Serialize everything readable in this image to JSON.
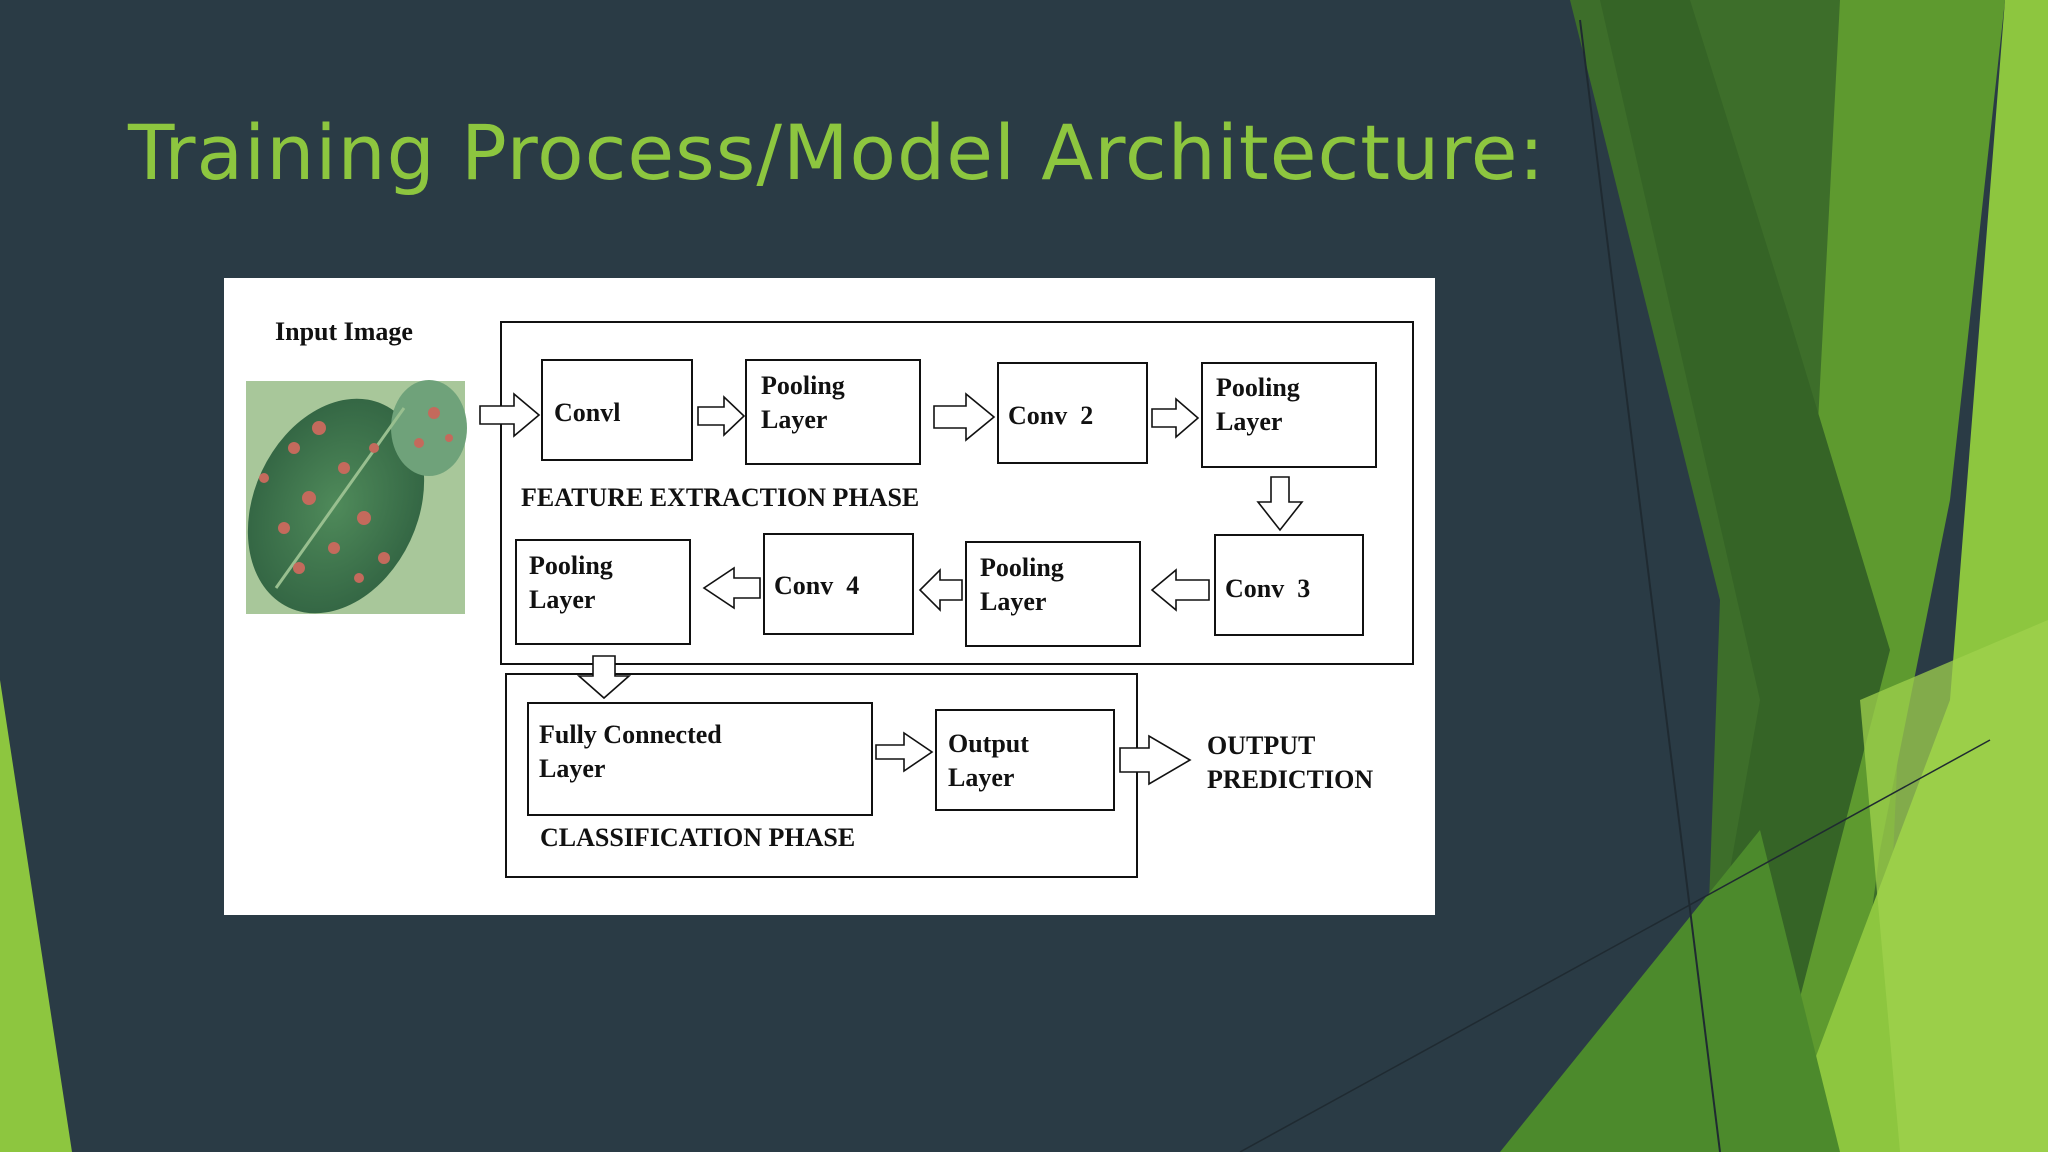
{
  "slide": {
    "title": "Training Process/Model Architecture:",
    "colors": {
      "background": "#2a3b45",
      "accent_green": "#8dc63f",
      "title_text": "#8dc63f"
    }
  },
  "diagram": {
    "input_label": "Input Image",
    "input_picture": "leaf-with-disease-spots",
    "feature_phase_label": "FEATURE EXTRACTION PHASE",
    "classification_phase_label": "CLASSIFICATION PHASE",
    "nodes": {
      "conv1": "Convl",
      "pool1": [
        "Pooling",
        "Layer"
      ],
      "conv2": "Conv  2",
      "pool2": [
        "Pooling",
        "Layer"
      ],
      "conv3": "Conv  3",
      "pool3": [
        "Pooling",
        "Layer"
      ],
      "conv4": "Conv  4",
      "pool4": [
        "Pooling",
        "Layer"
      ],
      "fc": [
        "Fully Connected",
        "Layer"
      ],
      "output": [
        "Output",
        "Layer"
      ]
    },
    "result": [
      "OUTPUT",
      "PREDICTION"
    ]
  }
}
